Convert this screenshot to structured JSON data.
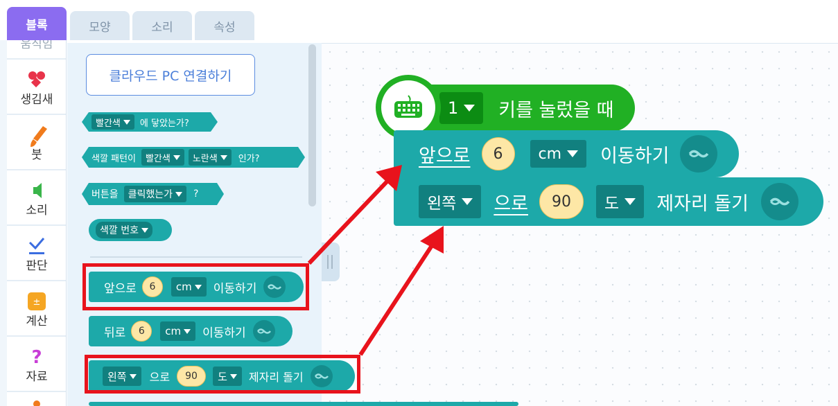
{
  "tabs": [
    {
      "label": "블록",
      "active": true
    },
    {
      "label": "모양"
    },
    {
      "label": "소리"
    },
    {
      "label": "속성"
    }
  ],
  "categories": [
    {
      "label": "움직임",
      "icon": "move-icon"
    },
    {
      "label": "생김새",
      "icon": "shapes-icon",
      "color": "#e8334a"
    },
    {
      "label": "붓",
      "icon": "brush-icon",
      "color": "#f07b1c"
    },
    {
      "label": "소리",
      "icon": "speaker-icon",
      "color": "#39b54a"
    },
    {
      "label": "판단",
      "icon": "check-icon",
      "color": "#3b6de0"
    },
    {
      "label": "계산",
      "icon": "calculator-icon",
      "color": "#f5a623"
    },
    {
      "label": "자료",
      "icon": "question-icon",
      "color": "#c83dd6"
    }
  ],
  "palette": {
    "cloud_button": "클라우드 PC 연결하기",
    "touch_block": {
      "color": "빨간색",
      "suffix": "에 닿았는가?"
    },
    "pattern_block": {
      "prefix": "색깔 패턴이",
      "color1": "빨간색",
      "color2": "노란색",
      "suffix": "인가?"
    },
    "button_block": {
      "prefix": "버튼을",
      "option": "클릭했는가",
      "suffix": "?"
    },
    "colornum_block": {
      "option": "색깔 번호"
    },
    "forward_block": {
      "prefix": "앞으로",
      "value": "6",
      "unit": "cm",
      "suffix": "이동하기"
    },
    "back_block": {
      "prefix": "뒤로",
      "value": "6",
      "unit": "cm",
      "suffix": "이동하기"
    },
    "turn_block": {
      "dir": "왼쪽",
      "mid": "으로",
      "value": "90",
      "unit": "도",
      "suffix": "제자리 돌기"
    }
  },
  "canvas": {
    "event_block": {
      "key": "1",
      "label": "키를 눌렀을 때"
    },
    "forward_block": {
      "prefix": "앞으로",
      "value": "6",
      "unit": "cm",
      "suffix": "이동하기"
    },
    "turn_block": {
      "dir": "왼쪽",
      "mid": "으로",
      "value": "90",
      "unit": "도",
      "suffix": "제자리 돌기"
    }
  },
  "colors": {
    "accent": "#8b6cf0",
    "block": "#1da9a9",
    "block_dark": "#11807f",
    "event": "#21b024",
    "highlight": "#e8131c"
  }
}
